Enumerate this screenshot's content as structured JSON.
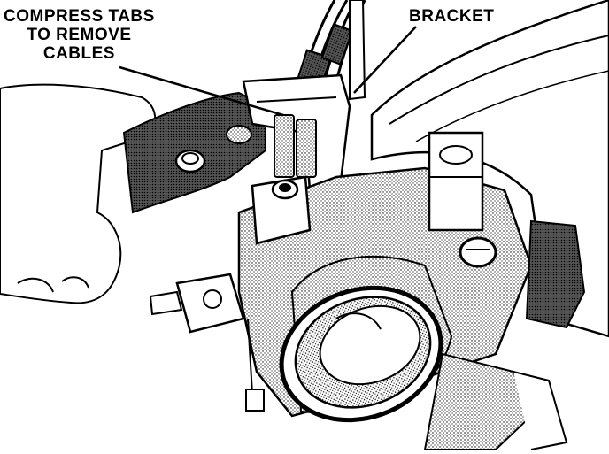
{
  "labels": {
    "compress_line1": "COMPRESS TABS",
    "compress_line2": "TO REMOVE",
    "compress_line3": "CABLES",
    "bracket": "BRACKET"
  },
  "colors": {
    "ink": "#000000",
    "paper": "#ffffff",
    "shade": "#8a8a8a"
  }
}
